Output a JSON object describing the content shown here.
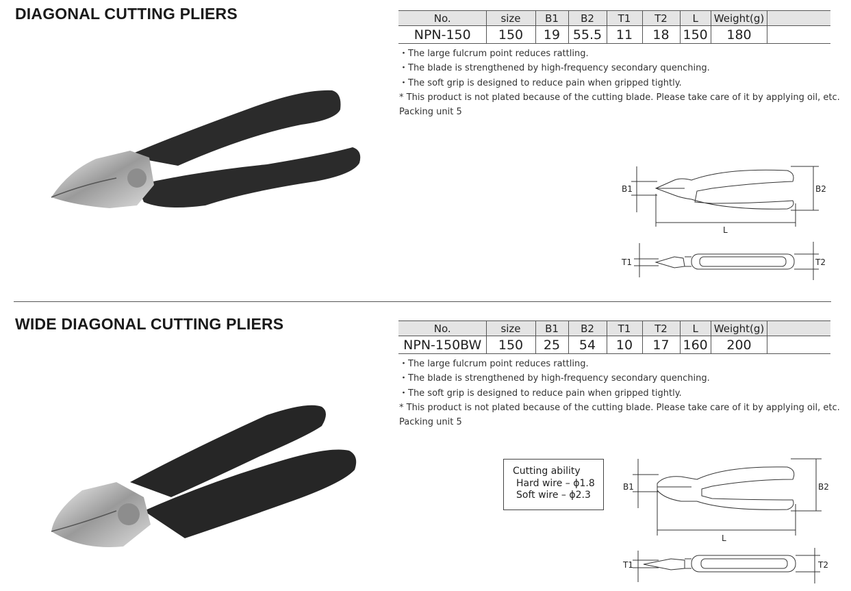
{
  "sections": [
    {
      "title": "DIAGONAL CUTTING PLIERS",
      "columns": [
        "No.",
        "size",
        "B1",
        "B2",
        "T1",
        "T2",
        "L",
        "Weight(g)",
        ""
      ],
      "values": [
        "NPN-150",
        "150",
        "19",
        "55.5",
        "11",
        "18",
        "150",
        "180",
        ""
      ],
      "notes": [
        "・The large fulcrum point reduces rattling.",
        "・The blade is strengthened by high-frequency secondary quenching.",
        "・The soft grip is designed to reduce pain when gripped tightly.",
        "* This product is not plated because of the cutting blade. Please take care of it by applying oil, etc.",
        "Packing unit 5"
      ],
      "diagram_labels": {
        "b1": "B1",
        "b2": "B2",
        "l": "L",
        "t1": "T1",
        "t2": "T2"
      }
    },
    {
      "title": "WIDE DIAGONAL CUTTING PLIERS",
      "columns": [
        "No.",
        "size",
        "B1",
        "B2",
        "T1",
        "T2",
        "L",
        "Weight(g)",
        ""
      ],
      "values": [
        "NPN-150BW",
        "150",
        "25",
        "54",
        "10",
        "17",
        "160",
        "200",
        ""
      ],
      "notes": [
        "・The large fulcrum point reduces rattling.",
        "・The blade is strengthened by high-frequency secondary quenching.",
        "・The soft grip is designed to reduce pain when gripped tightly.",
        "* This product is not plated because of the cutting blade. Please take care of it by applying oil, etc.",
        "Packing unit 5"
      ],
      "cutting_ability": {
        "heading": "Cutting ability",
        "hard": "Hard wire – ϕ1.8",
        "soft": "Soft wire – ϕ2.3"
      },
      "diagram_labels": {
        "b1": "B1",
        "b2": "B2",
        "l": "L",
        "t1": "T1",
        "t2": "T2"
      }
    }
  ],
  "colors": {
    "header_bg": "#e4e4e4",
    "grip": "#2a2a2a",
    "metal": "#c8c8c8",
    "line": "#555555"
  }
}
